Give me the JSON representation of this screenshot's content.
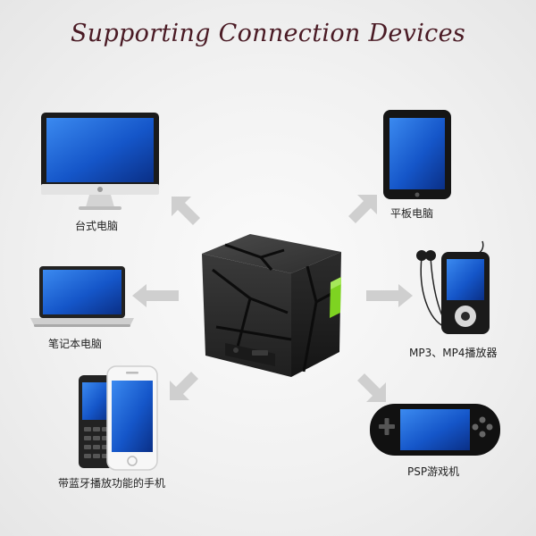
{
  "title": "Supporting Connection Devices",
  "devices": [
    {
      "id": "desktop",
      "label": "台式电脑"
    },
    {
      "id": "tablet",
      "label": "平板电脑"
    },
    {
      "id": "laptop",
      "label": "笔记本电脑"
    },
    {
      "id": "mp3",
      "label": "MP3、MP4播放器"
    },
    {
      "id": "phone",
      "label": "带蓝牙播放功能的手机"
    },
    {
      "id": "psp",
      "label": "PSP游戏机"
    }
  ],
  "colors": {
    "title": "#4a1a24",
    "screen": "#1556c9",
    "cube": "#2a2a2a",
    "accent": "#7ed321",
    "arrow": "#cfcfcf"
  },
  "icons": {
    "desktop": "desktop-monitor-icon",
    "tablet": "tablet-icon",
    "laptop": "laptop-icon",
    "mp3": "mp3-player-icon",
    "phone": "mobile-phone-icon",
    "psp": "psp-console-icon",
    "speaker": "cube-speaker-icon"
  }
}
